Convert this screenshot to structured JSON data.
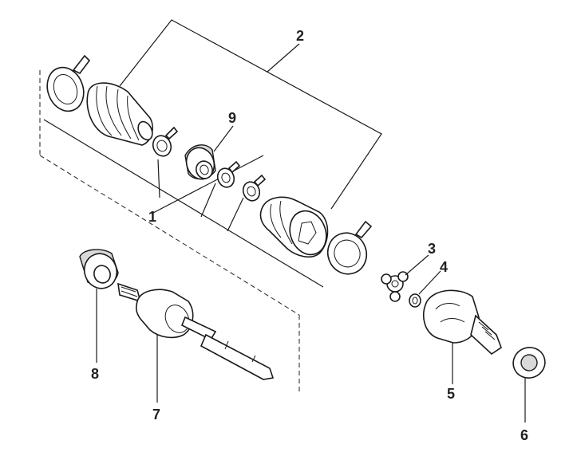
{
  "callouts": {
    "c1": "1",
    "c2": "2",
    "c3": "3",
    "c4": "4",
    "c5": "5",
    "c6": "6",
    "c7": "7",
    "c8": "8",
    "c9": "9"
  },
  "colors": {
    "ink": "#1a1a1a",
    "paper": "#ffffff",
    "shade": "#d9d9d9"
  }
}
